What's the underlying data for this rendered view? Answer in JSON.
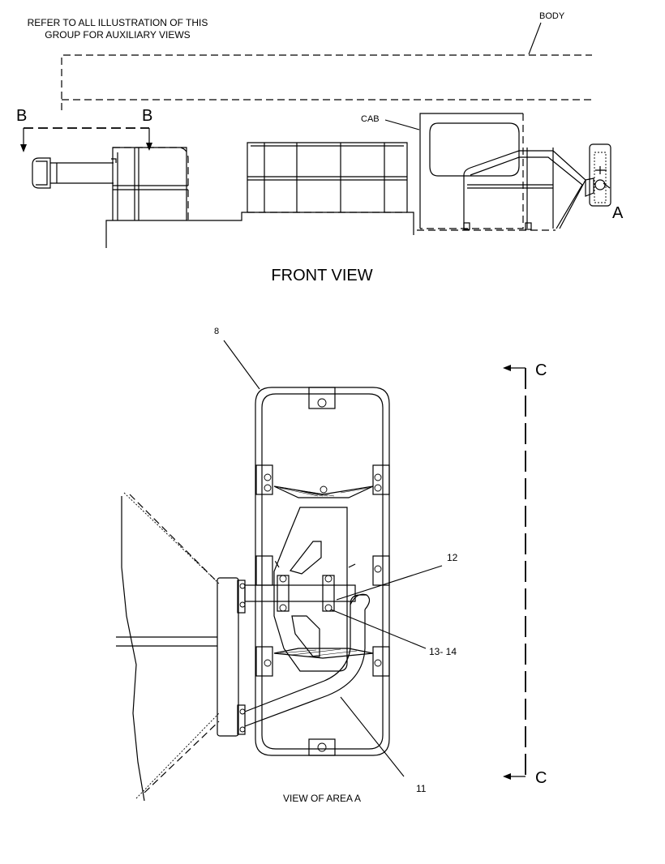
{
  "notes": {
    "line1": "REFER TO ALL ILLUSTRATION OF THIS",
    "line2": "GROUP FOR AUXILIARY VIEWS"
  },
  "labels": {
    "body": "BODY",
    "cab": "CAB",
    "section_b_left": "B",
    "section_b_right": "B",
    "area_a": "A",
    "section_c_top": "C",
    "section_c_bottom": "C"
  },
  "views": {
    "front_title": "FRONT VIEW",
    "area_a_title": "VIEW OF AREA A"
  },
  "callouts": {
    "item_8": "8",
    "item_11": "11",
    "item_12": "12",
    "item_13_14": "13- 14"
  }
}
